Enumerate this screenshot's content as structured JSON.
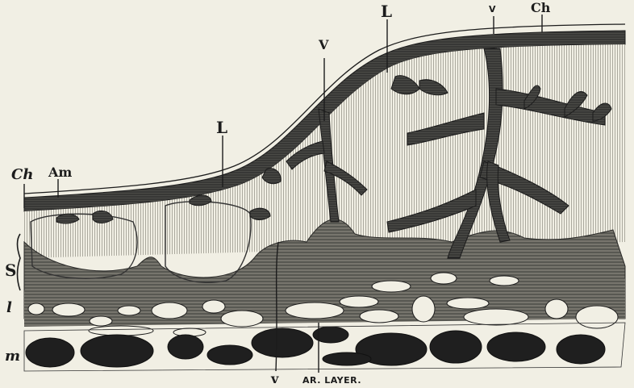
{
  "labels": {
    "ch_left": "Ch",
    "am": "Am",
    "l_left": "L",
    "v_mid": "V",
    "l_top": "L",
    "v_top": "V",
    "ch_right": "Ch",
    "s": "S",
    "l_side": "l",
    "m_side": "m",
    "v_bottom": "v",
    "ar_layer": "AR. LAYER."
  },
  "colors": {
    "paper": "#f1efe4",
    "ink": "#1c1c1c",
    "tissue": "#5a5a55",
    "dark_cells": "#1f1f1f"
  }
}
